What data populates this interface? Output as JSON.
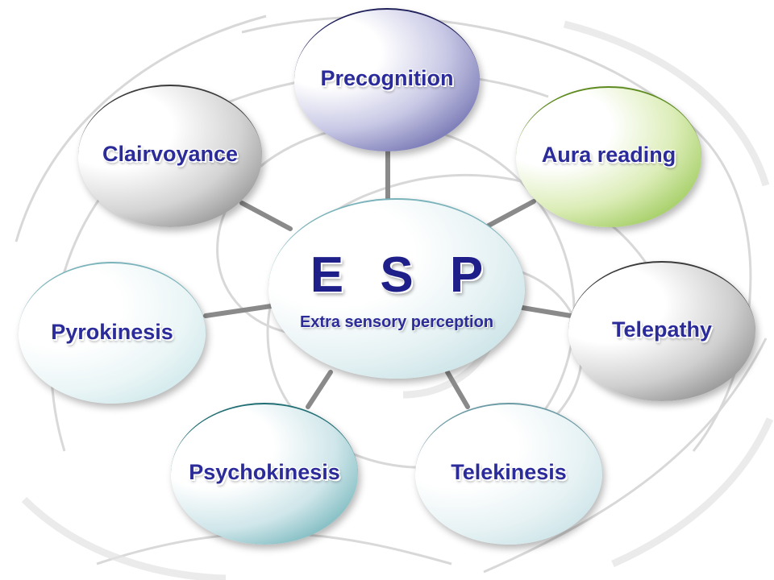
{
  "center": {
    "title": "E S P",
    "subtitle": "Extra sensory perception"
  },
  "nodes": [
    {
      "id": "precognition",
      "label": "Precognition",
      "color": "#454596"
    },
    {
      "id": "aura-reading",
      "label": "Aura reading",
      "color": "#7cb82a"
    },
    {
      "id": "telepathy",
      "label": "Telepathy",
      "color": "#6b6b6b"
    },
    {
      "id": "telekinesis",
      "label": "Telekinesis",
      "color": "#b9d9df"
    },
    {
      "id": "psychokinesis",
      "label": "Psychokinesis",
      "color": "#3f9aa0"
    },
    {
      "id": "pyrokinesis",
      "label": "Pyrokinesis",
      "color": "#bde0e4"
    },
    {
      "id": "clairvoyance",
      "label": "Clairvoyance",
      "color": "#6e6e6e"
    }
  ],
  "colors": {
    "text": "#2b2b9a",
    "connector": "#8a8a8a"
  }
}
